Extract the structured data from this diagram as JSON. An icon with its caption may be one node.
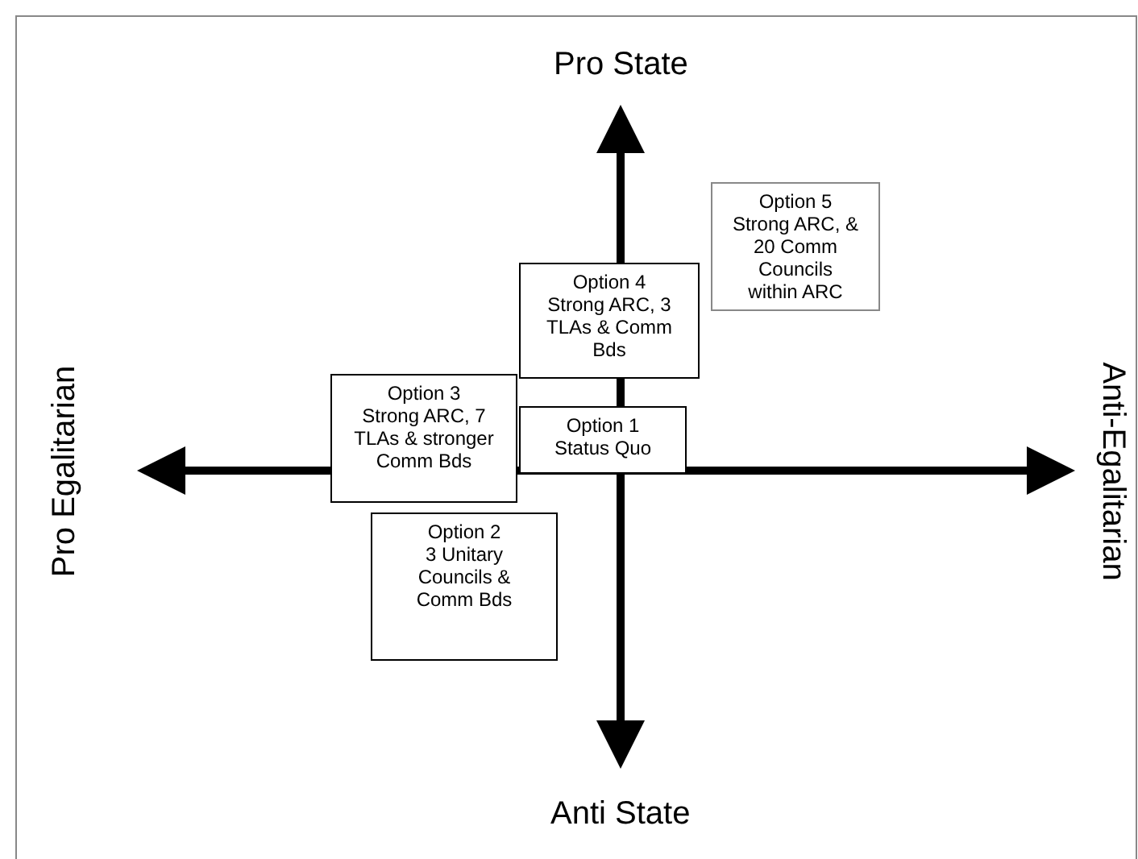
{
  "diagram": {
    "nodes": [
      {
        "text": [
          "Option 5",
          "Strong ARC, & 20 Comm Councils within ARC"
        ]
      },
      {
        "text": [
          "Option 4",
          "Strong ARC, 3 TLAs & Comm Bds"
        ]
      },
      {
        "text": [
          "Option 3",
          "Strong ARC, 7 TLAs & stronger Comm Bds"
        ]
      },
      {
        "text": [
          "Option 1",
          "Status Quo"
        ]
      },
      {
        "text": [
          "Option 2",
          "3 Unitary Councils & Comm Bds"
        ]
      }
    ],
    "edges": [],
    "labels": [
      "Pro State",
      "Pro Egalitarian",
      "Anti-Egalitarian",
      "Anti State"
    ]
  }
}
